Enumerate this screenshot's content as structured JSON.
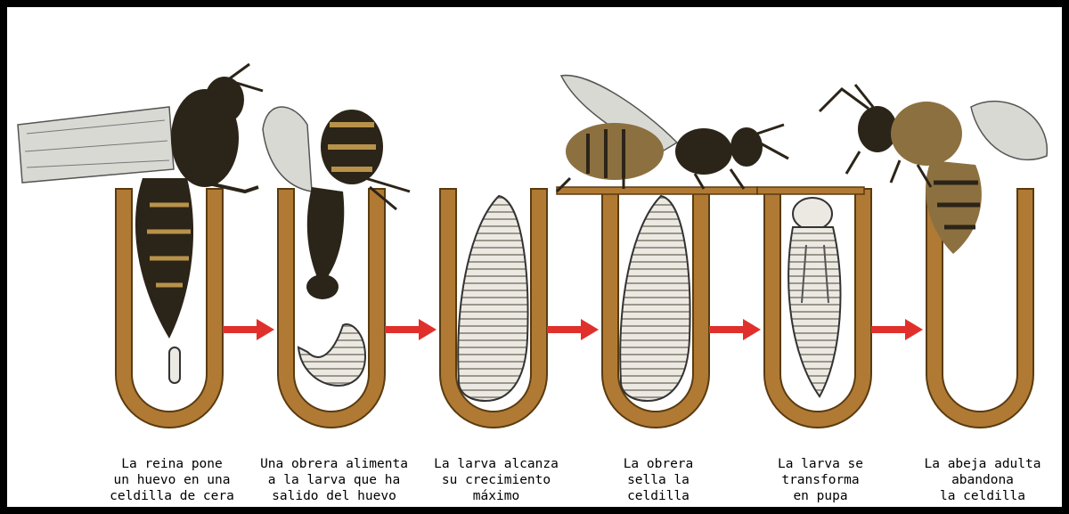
{
  "diagram": {
    "colors": {
      "cell": "#b07a34",
      "cell_outline": "#5a3b10",
      "arrow": "#e0302c",
      "larva": "#ece9e2",
      "bee_dark": "#2b2418",
      "bee_gold": "#b8924a",
      "wing": "#d9d9d4"
    },
    "stages": [
      {
        "caption": "La reina pone\nun huevo en una\nceldilla de cera"
      },
      {
        "caption": "Una obrera alimenta\na la larva que ha\nsalido del huevo"
      },
      {
        "caption": "La larva alcanza\nsu crecimiento\nmáximo"
      },
      {
        "caption": "La obrera\nsella la\nceldilla"
      },
      {
        "caption": "La larva se\ntransforma\nen pupa"
      },
      {
        "caption": "La abeja adulta\nabandona\nla celdilla"
      }
    ]
  }
}
